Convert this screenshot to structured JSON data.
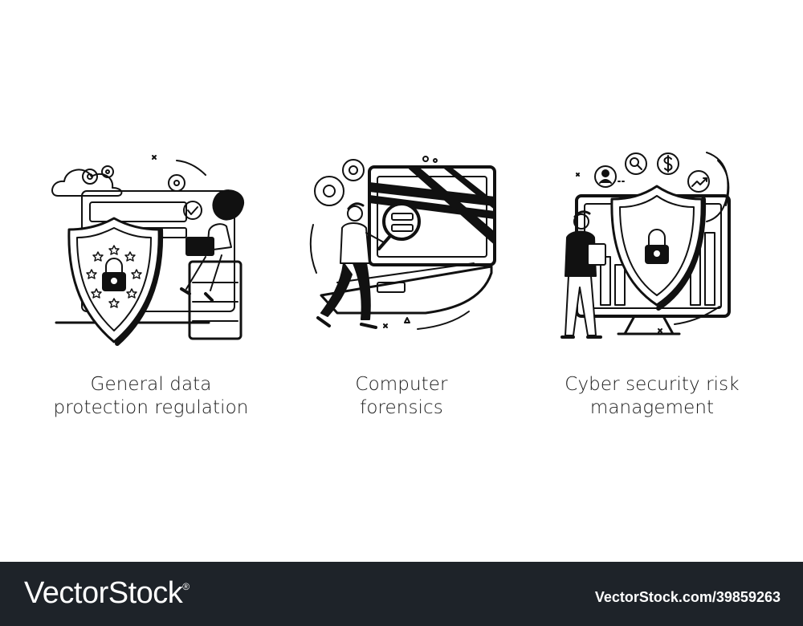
{
  "illustrations": [
    {
      "caption": [
        "General data",
        "protection regulation"
      ],
      "icons": [
        "cloud-icon",
        "gear-icon",
        "shield-lock-icon",
        "checkmark-icon",
        "laptop-icon",
        "person-icon"
      ]
    },
    {
      "caption": [
        "Computer",
        "forensics"
      ],
      "icons": [
        "gear-icon",
        "laptop-icon",
        "caution-tape-icon",
        "magnifier-icon",
        "person-icon"
      ]
    },
    {
      "caption": [
        "Cyber security risk",
        "management"
      ],
      "icons": [
        "user-icon",
        "search-icon",
        "dollar-icon",
        "trend-up-icon",
        "monitor-icon",
        "shield-lock-icon",
        "person-icon"
      ]
    }
  ],
  "footer": {
    "brand": "VectorStock",
    "registered_mark": "®",
    "reference": "VectorStock.com/39859263"
  },
  "colors": {
    "ink": "#111111",
    "footer_bg": "#1e2329",
    "footer_text": "#ffffff"
  }
}
